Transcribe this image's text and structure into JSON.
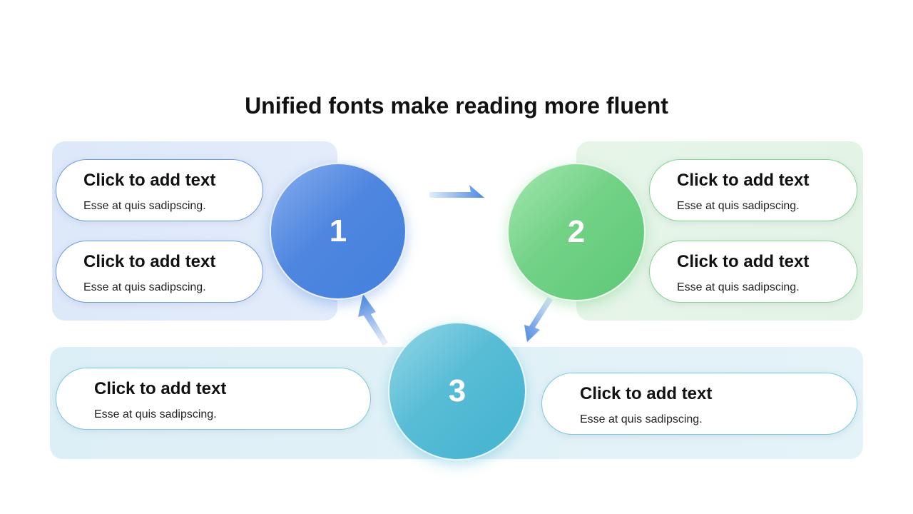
{
  "title": "Unified fonts make reading more fluent",
  "steps": [
    {
      "number": "1",
      "color": "#4281de"
    },
    {
      "number": "2",
      "color": "#5ec877"
    },
    {
      "number": "3",
      "color": "#43b3d0"
    }
  ],
  "cards": [
    {
      "heading": "Click to add text",
      "body": "Esse at quis sadipscing."
    },
    {
      "heading": "Click to add text",
      "body": "Esse at quis sadipscing."
    },
    {
      "heading": "Click to add text",
      "body": "Esse at quis sadipscing."
    },
    {
      "heading": "Click to add text",
      "body": "Esse at quis sadipscing."
    },
    {
      "heading": "Click to add text",
      "body": "Esse at quis sadipscing."
    },
    {
      "heading": "Click to add text",
      "body": "Esse at quis sadipscing."
    }
  ]
}
